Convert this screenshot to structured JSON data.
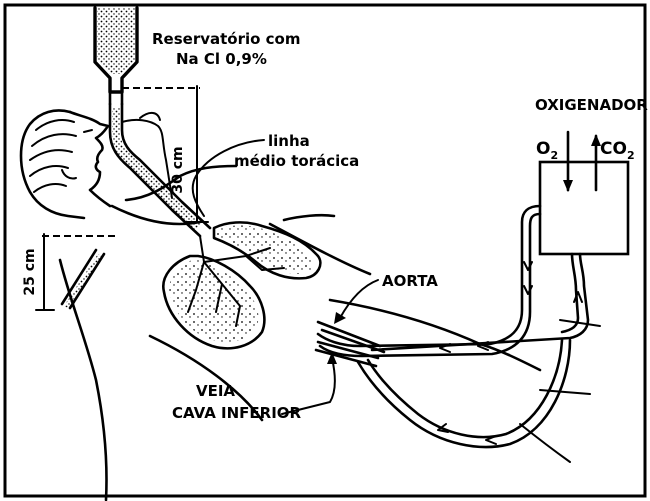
{
  "labels": {
    "reservoir_line1": "Reservatório com",
    "reservoir_line2": "Na Cl 0,9%",
    "height_30": "30 cm",
    "line_label1": "linha",
    "line_label2": "médio torácica",
    "height_25": "25 cm",
    "oxygenator": "OXIGENADOR",
    "o2": "O",
    "o2_sub": "2",
    "co2": "CO",
    "co2_sub": "2",
    "aorta": "AORTA",
    "vena1": "VEIA",
    "vena2": "CAVA INFERIOR"
  },
  "colors": {
    "ink": "#000000",
    "paper": "#ffffff"
  }
}
